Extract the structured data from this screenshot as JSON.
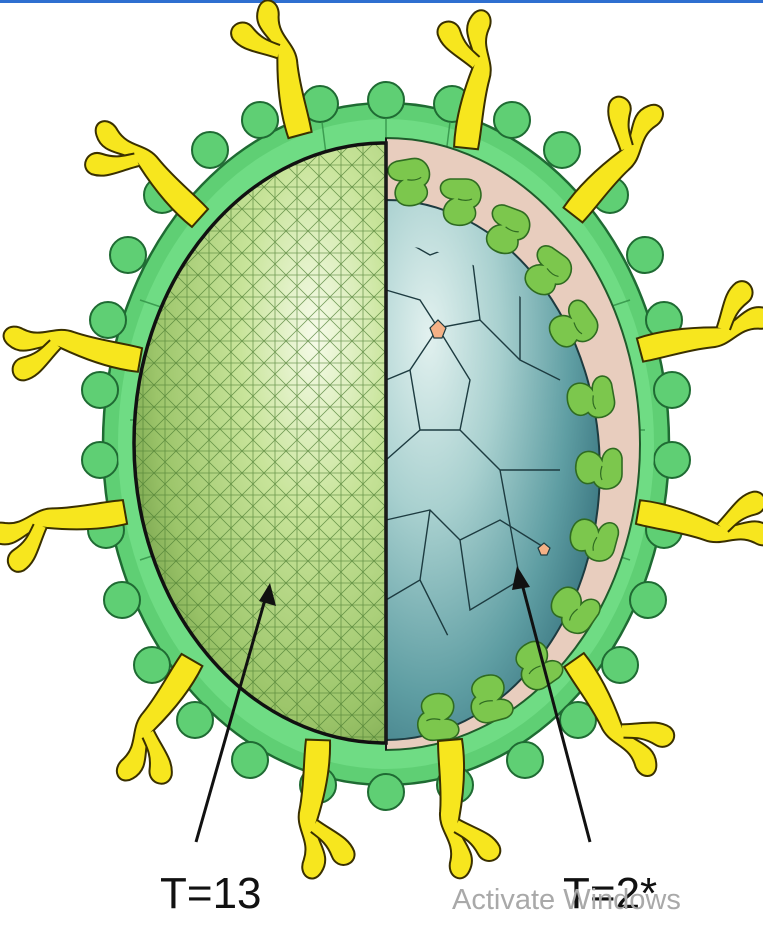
{
  "labels": {
    "left": "T=13",
    "right": "T=2*"
  },
  "watermark": "Activate Windows",
  "colors": {
    "envelope": "#5fcf74",
    "envelope_dark": "#2f8d45",
    "spike": "#f7e61e",
    "spike_outline": "#3a3000",
    "capsid_light": "#d3ecaa",
    "capsid_dark": "#8ab45f",
    "matrix_layer": "#e8cdbe",
    "inner_core": "#5e9ca3",
    "protein_dimer": "#7cc74d",
    "topbar": "#2f6fd0"
  },
  "icons": [
    "glycoprotein-spike-icon",
    "matrix-protein-dimer-icon"
  ]
}
